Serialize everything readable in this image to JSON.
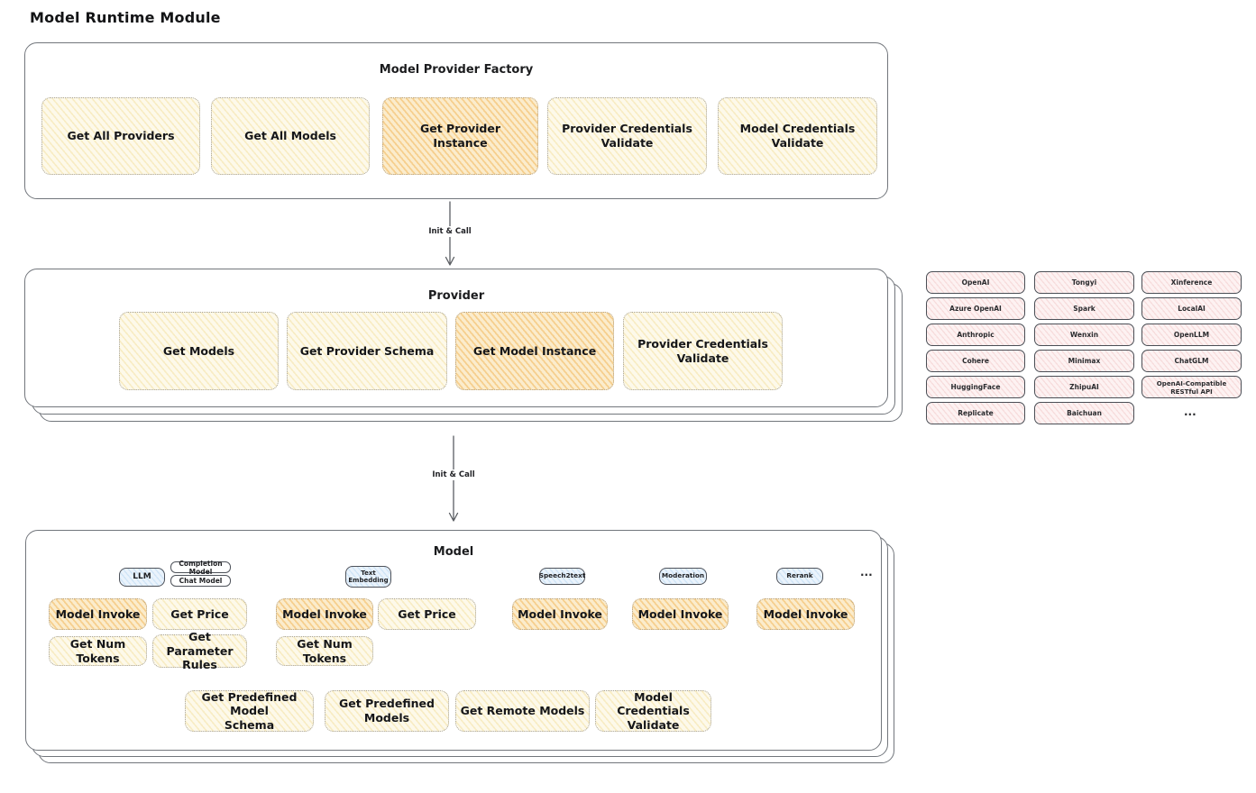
{
  "title": "Model Runtime Module",
  "arrows": {
    "first_label": "Init & Call",
    "second_label": "Init & Call"
  },
  "factory": {
    "title": "Model Provider Factory",
    "items": [
      {
        "label": "Get All Providers",
        "variant": "yellow"
      },
      {
        "label": "Get All Models",
        "variant": "yellow"
      },
      {
        "label": "Get Provider\nInstance",
        "variant": "orange"
      },
      {
        "label": "Provider Credentials\nValidate",
        "variant": "yellow"
      },
      {
        "label": "Model Credentials\nValidate",
        "variant": "yellow"
      }
    ]
  },
  "provider": {
    "title": "Provider",
    "items": [
      {
        "label": "Get Models",
        "variant": "yellow"
      },
      {
        "label": "Get Provider Schema",
        "variant": "yellow"
      },
      {
        "label": "Get Model Instance",
        "variant": "orange"
      },
      {
        "label": "Provider Credentials\nValidate",
        "variant": "yellow"
      }
    ]
  },
  "providers": {
    "col1": [
      "OpenAI",
      "Azure OpenAI",
      "Anthropic",
      "Cohere",
      "HuggingFace",
      "Replicate"
    ],
    "col2": [
      "Tongyi",
      "Spark",
      "Wenxin",
      "Minimax",
      "ZhipuAI",
      "Baichuan"
    ],
    "col3": [
      "Xinference",
      "LocalAI",
      "OpenLLM",
      "ChatGLM",
      "OpenAI-Compatible RESTful API"
    ],
    "more": "..."
  },
  "model": {
    "title": "Model",
    "tags": {
      "llm": "LLM",
      "completion_model": "Completion Model",
      "chat_model": "Chat Model",
      "text_embedding": "Text\nEmbedding",
      "speech2text": "Speech2text",
      "moderation": "Moderation",
      "rerank": "Rerank",
      "more": "..."
    },
    "llm_group": {
      "model_invoke": "Model Invoke",
      "get_price": "Get Price",
      "get_num_tokens": "Get Num Tokens",
      "get_parameter_rules": "Get Parameter\nRules"
    },
    "text_embedding_group": {
      "model_invoke": "Model Invoke",
      "get_price": "Get Price",
      "get_num_tokens": "Get Num Tokens"
    },
    "speech2text_group": {
      "model_invoke": "Model Invoke"
    },
    "moderation_group": {
      "model_invoke": "Model Invoke"
    },
    "rerank_group": {
      "model_invoke": "Model Invoke"
    },
    "common": {
      "get_predefined_model_schema": "Get Predefined Model\nSchema",
      "get_predefined_models": "Get Predefined\nModels",
      "get_remote_models": "Get Remote Models",
      "model_credentials_validate": "Model Credentials\nValidate"
    }
  },
  "colors": {
    "yellow_fill": "#fdf9ea",
    "orange_fill": "#f6cf8e",
    "pink_fill": "#fdf2f2",
    "blue_fill": "#eaf3fc",
    "stroke": "#72767c",
    "text": "#1d1e21"
  }
}
